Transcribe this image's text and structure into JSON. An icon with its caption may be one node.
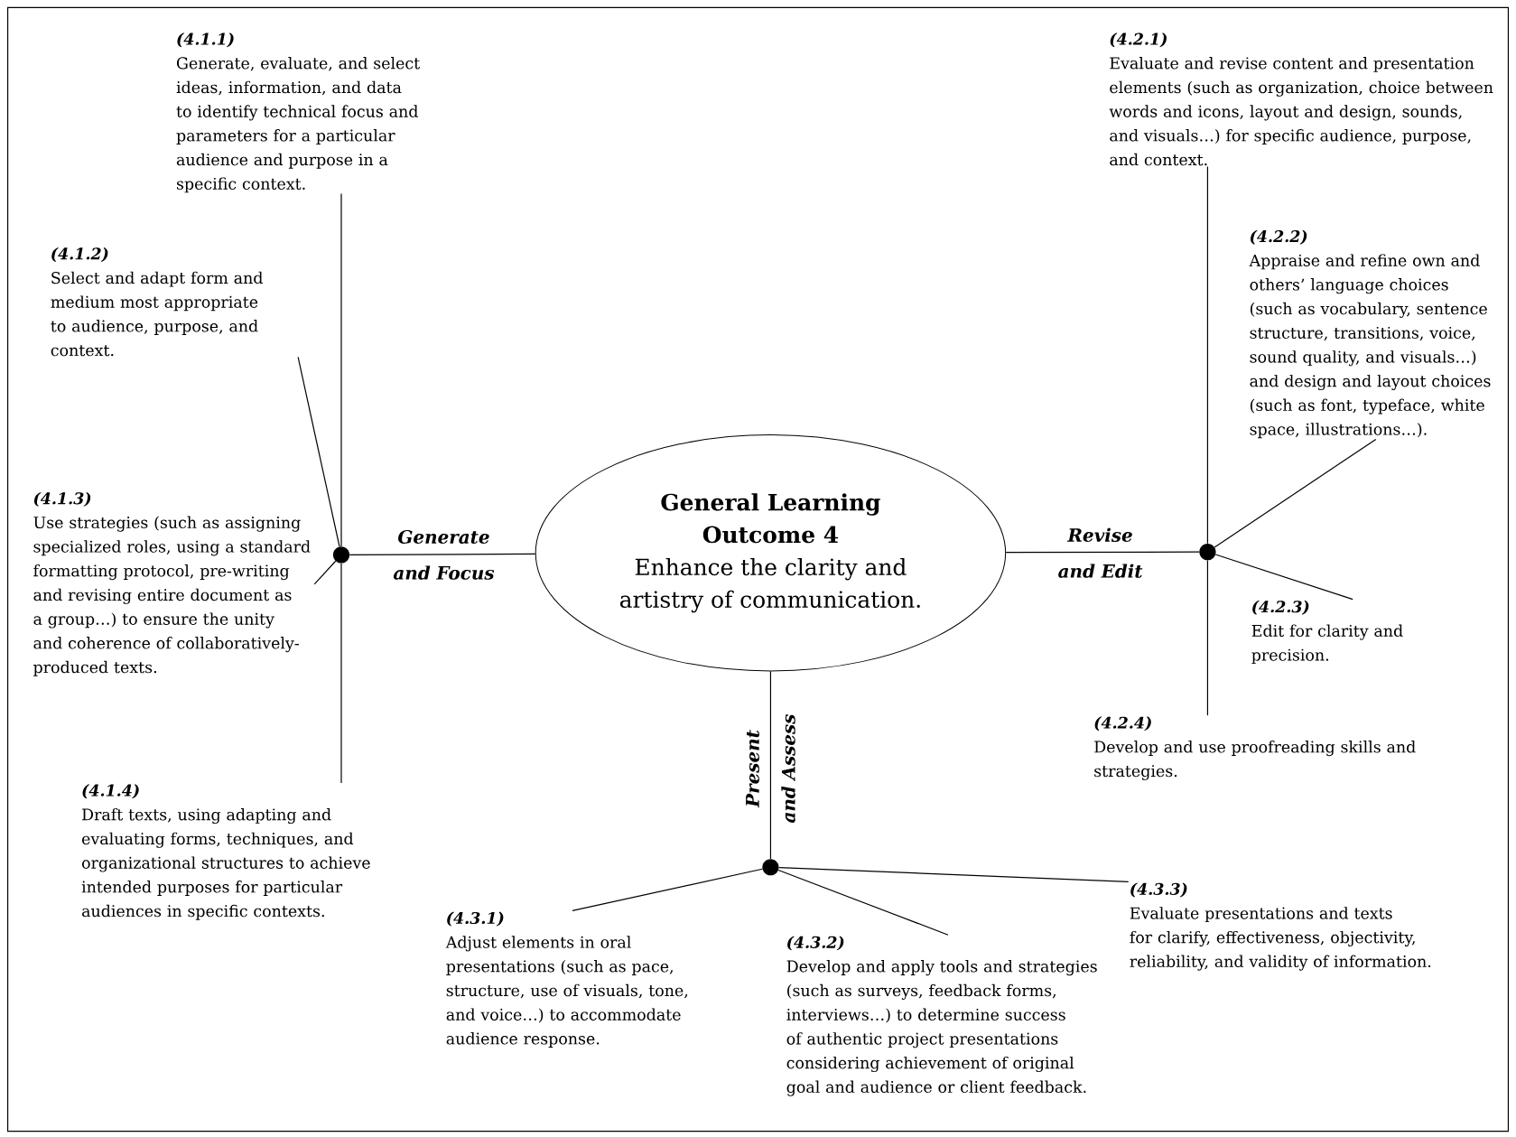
{
  "diagram": {
    "nodes": [
      {
        "text": [
          "(4.1.1)",
          "Generate, evaluate, and select ideas, information, and data to identify technical focus and parameters for a particular audience and purpose in a specific context."
        ]
      },
      {
        "text": [
          "(4.2.1)",
          "Evaluate and revise content and presentation elements (such as organization, choice between words and icons, layout and design, sounds, and visuals…) for specific audience, purpose, and context."
        ]
      },
      {
        "text": [
          "(4.1.2)",
          "Select and adapt form and medium most appropriate to audience, purpose, and context."
        ]
      },
      {
        "text": [
          "(4.2.2)",
          "Appraise and refine own and others’ language choices (such as vocabulary, sentence structure, transitions, voice, sound quality, and visuals…) and design and layout choices (such as font, typeface, white space, illustrations…)."
        ]
      },
      {
        "text": [
          "(4.1.3)",
          "Use strategies (such as assigning specialized roles, using a standard formatting protocol, pre-writing and revising entire document as a group…) to ensure the unity and coherence of collaboratively-produced texts."
        ]
      },
      {
        "text": [],
        "shape": "circle"
      },
      {
        "text": [
          "General Learning Outcome 4",
          "Enhance the clarity and artistry of communication."
        ]
      },
      {
        "text": [],
        "shape": "circle"
      },
      {
        "text": [
          "(4.2.3)",
          "Edit for clarity and precision."
        ]
      },
      {
        "text": [
          "(4.2.4)",
          "Develop and use proofreading skills and strategies."
        ]
      },
      {
        "text": [
          "(4.1.4)",
          "Draft texts, using adapting and evaluating forms, techniques, and organizational structures to achieve intended purposes for particular audiences in specific contexts."
        ]
      },
      {
        "text": [],
        "shape": "circle"
      },
      {
        "text": [
          "(4.3.3)",
          "Evaluate presentations and texts for clarify, effectiveness, objectivity, reliability, and validity of information."
        ]
      },
      {
        "text": [
          "(4.3.1)",
          "Adjust elements in oral presentations (such as pace, structure, use of visuals, tone, and voice…) to accommodate audience response."
        ]
      },
      {
        "text": [
          "(4.3.2)",
          "Develop and apply tools and strategies (such as surveys, feedback forms, interviews…) to determine success of authentic project presentations considering achievement of original goal and audience or client feedback."
        ]
      }
    ],
    "edges": [
      {
        "from": 6,
        "to": 5,
        "arrow": "none",
        "label": "Generate and Focus"
      },
      {
        "from": 6,
        "to": 7,
        "arrow": "none",
        "label": "Revise and Edit"
      },
      {
        "from": 6,
        "to": 11,
        "arrow": "none",
        "label": "Present and Assess"
      },
      {
        "from": 5,
        "to": 0,
        "arrow": "none"
      },
      {
        "from": 5,
        "to": 2,
        "arrow": "none"
      },
      {
        "from": 5,
        "to": 4,
        "arrow": "none"
      },
      {
        "from": 5,
        "to": 10,
        "arrow": "none"
      },
      {
        "from": 7,
        "to": 1,
        "arrow": "none"
      },
      {
        "from": 7,
        "to": 3,
        "arrow": "none"
      },
      {
        "from": 7,
        "to": 8,
        "arrow": "none"
      },
      {
        "from": 7,
        "to": 9,
        "arrow": "none"
      },
      {
        "from": 11,
        "to": 13,
        "arrow": "none"
      },
      {
        "from": 11,
        "to": 14,
        "arrow": "none"
      },
      {
        "from": 11,
        "to": 12,
        "arrow": "none"
      }
    ]
  }
}
